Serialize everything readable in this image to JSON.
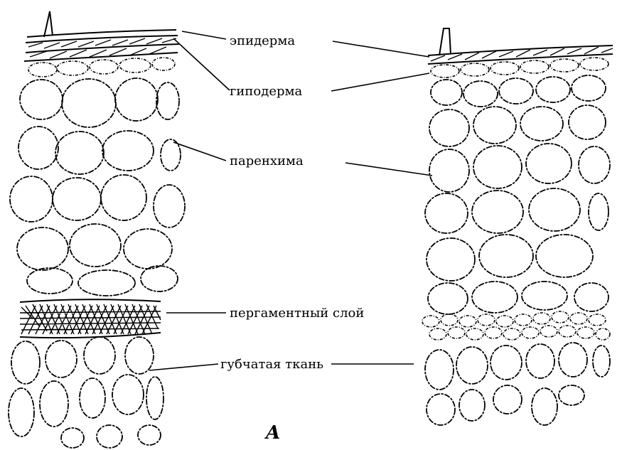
{
  "labels": {
    "epidermis": "эпидерма",
    "hypodermis": "гиподерма",
    "parenchyma": "паренхима",
    "parchment_layer": "пергаментный слой",
    "spongy_tissue": "губчатая ткань"
  },
  "figure_label": "A",
  "colors": {
    "ink": "#000000",
    "paper": "#ffffff"
  }
}
